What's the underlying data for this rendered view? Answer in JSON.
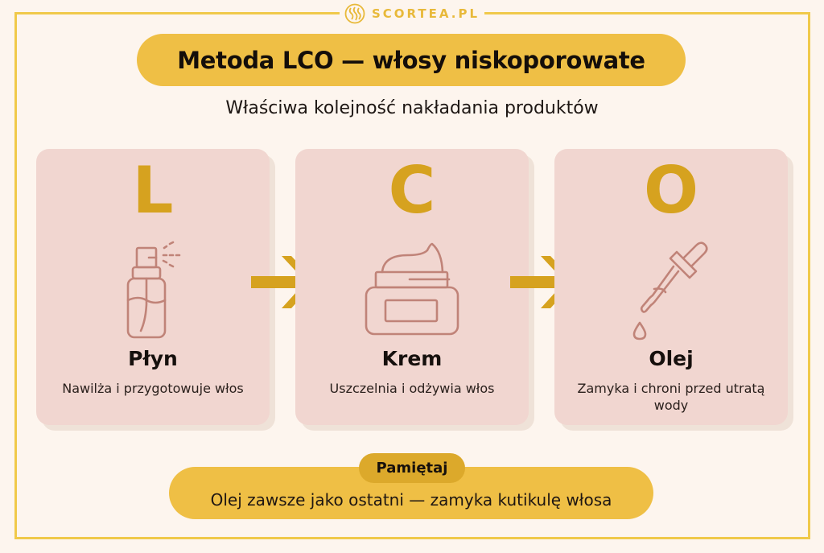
{
  "brand": {
    "name": "SCORTEA.PL",
    "logo_icon": "scortea-logo-icon"
  },
  "header": {
    "title": "Metoda LCO — włosy niskoporowate",
    "subtitle": "Właściwa kolejność nakładania produktów"
  },
  "steps": [
    {
      "letter": "L",
      "name": "Płyn",
      "description": "Nawilża i przygotowuje włos",
      "icon": "spray-bottle-icon"
    },
    {
      "letter": "C",
      "name": "Krem",
      "description": "Uszczelnia i odżywia włos",
      "icon": "cream-jar-icon"
    },
    {
      "letter": "O",
      "name": "Olej",
      "description": "Zamyka i chroni przed utratą wody",
      "icon": "dropper-icon"
    }
  ],
  "connectors": [
    "arrow-right-icon",
    "arrow-right-icon"
  ],
  "reminder": {
    "badge": "Pamiętaj",
    "text": "Olej zawsze jako ostatni — zamyka kutikulę włosa"
  },
  "colors": {
    "background": "#fdf5ee",
    "frame": "#f0c94a",
    "pill": "#efbf45",
    "badge": "#dca92b",
    "card": "#f1d6d0",
    "letter": "#d6a21f",
    "icon_stroke": "#c08378",
    "arrow": "#d6a21f"
  }
}
